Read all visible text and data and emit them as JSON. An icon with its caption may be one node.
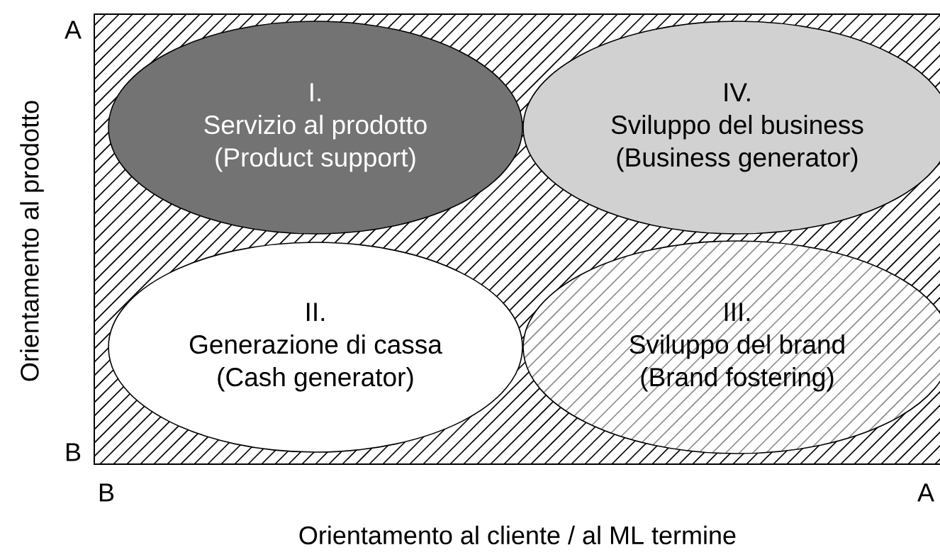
{
  "diagram": {
    "nodes": [
      {
        "text": [
          "I.",
          "Servizio al prodotto",
          "(Product support)"
        ]
      },
      {
        "text": [
          "IV.",
          "Sviluppo del business",
          "(Business generator)"
        ]
      },
      {
        "text": [
          "II.",
          "Generazione di cassa",
          "(Cash generator)"
        ]
      },
      {
        "text": [
          "III.",
          "Sviluppo del brand",
          "(Brand fostering)"
        ]
      }
    ],
    "labels": [
      "A",
      "Orientamento al prodotto",
      "B",
      "B",
      "A",
      "Orientamento al cliente / al ML termine"
    ]
  }
}
